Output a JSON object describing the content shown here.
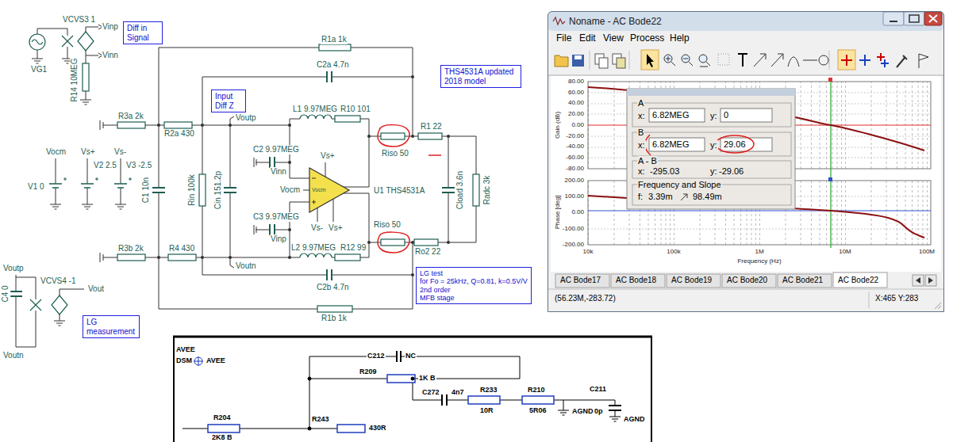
{
  "diagram": {
    "nodes": [
      {
        "text": [
          "Diff in Signal"
        ]
      },
      {
        "text": [
          "Input Diff Z"
        ]
      },
      {
        "text": [
          "THS4531A updated 2018 model"
        ]
      },
      {
        "text": [
          "LG test",
          "for Fo = 25kHz, Q=0.81, k=0.5V/V",
          "2nd order",
          "MFB stage"
        ]
      },
      {
        "text": [
          "LG measurement"
        ]
      },
      {
        "text": [
          "Noname - AC Bode22"
        ]
      }
    ],
    "labels": [
      "VCVS3 1",
      "Vinp",
      "Vinn",
      "VG1",
      "R14 10MEG",
      "R3a 2k",
      "R2a 430",
      "Voutp",
      "R1a 1k",
      "C2a 4.7n",
      "L1 9.97MEG",
      "R10 101",
      "Riso 50",
      "R1 22",
      "C2 9.97MEG",
      "Vs+",
      "Vinn",
      "Vocm",
      "Vocm",
      "U1 THS4531A",
      "Cload 3.6n",
      "Radc 3k",
      "C3 9.97MEG",
      "Vinp",
      "Vs-",
      "Vs+",
      "Riso 50",
      "Ro2 22",
      "L2 9.97MEG",
      "R12 99",
      "R4 430",
      "R3b 2k",
      "Voutn",
      "C2b 4.7n",
      "R1b 1k",
      "Vocm",
      "Vs+",
      "Vs-",
      "V1 0",
      "V2 2.5",
      "V3 -2.5",
      "C1 10n",
      "Rin 100k",
      "Cin 151.2p",
      "Voutp",
      "C4 0",
      "VCVS4 -1",
      "Vout",
      "Voutn",
      "File",
      "Edit",
      "View",
      "Process",
      "Help",
      "80.00",
      "60.00",
      "40.00",
      "20.00",
      "0.00",
      "-20.00",
      "-40.00",
      "-60.00",
      "-80.00",
      "Gain (dB)",
      "200.00",
      "100.00",
      "0.00",
      "-100.00",
      "-200.00",
      "Phase [deg]",
      "10k",
      "100k",
      "1M",
      "10M",
      "100M",
      "Frequency (Hz)",
      "A",
      "x:",
      "6.82MEG",
      "y:",
      "0",
      "B",
      "x:",
      "6.82MEG",
      "y:",
      "29.06",
      "A - B",
      "x:",
      "-295.03",
      "y:",
      "-29.06",
      "Frequency and Slope",
      "f:",
      "3.39m",
      "98.49m",
      "AC Bode17",
      "AC Bode18",
      "AC Bode19",
      "AC Bode20",
      "AC Bode21",
      "AC Bode22",
      "(56.23M,-283.72)",
      "X:465 Y:283",
      "AVEE",
      "DSM",
      "AVEE",
      "C212",
      "NC",
      "R209",
      "1K B",
      "C272",
      "4n7",
      "R233",
      "10R",
      "R210",
      "5R06",
      "C211",
      "330p",
      "AGND",
      "AGND",
      "R204",
      "2K8 B",
      "R243",
      "430R"
    ]
  }
}
